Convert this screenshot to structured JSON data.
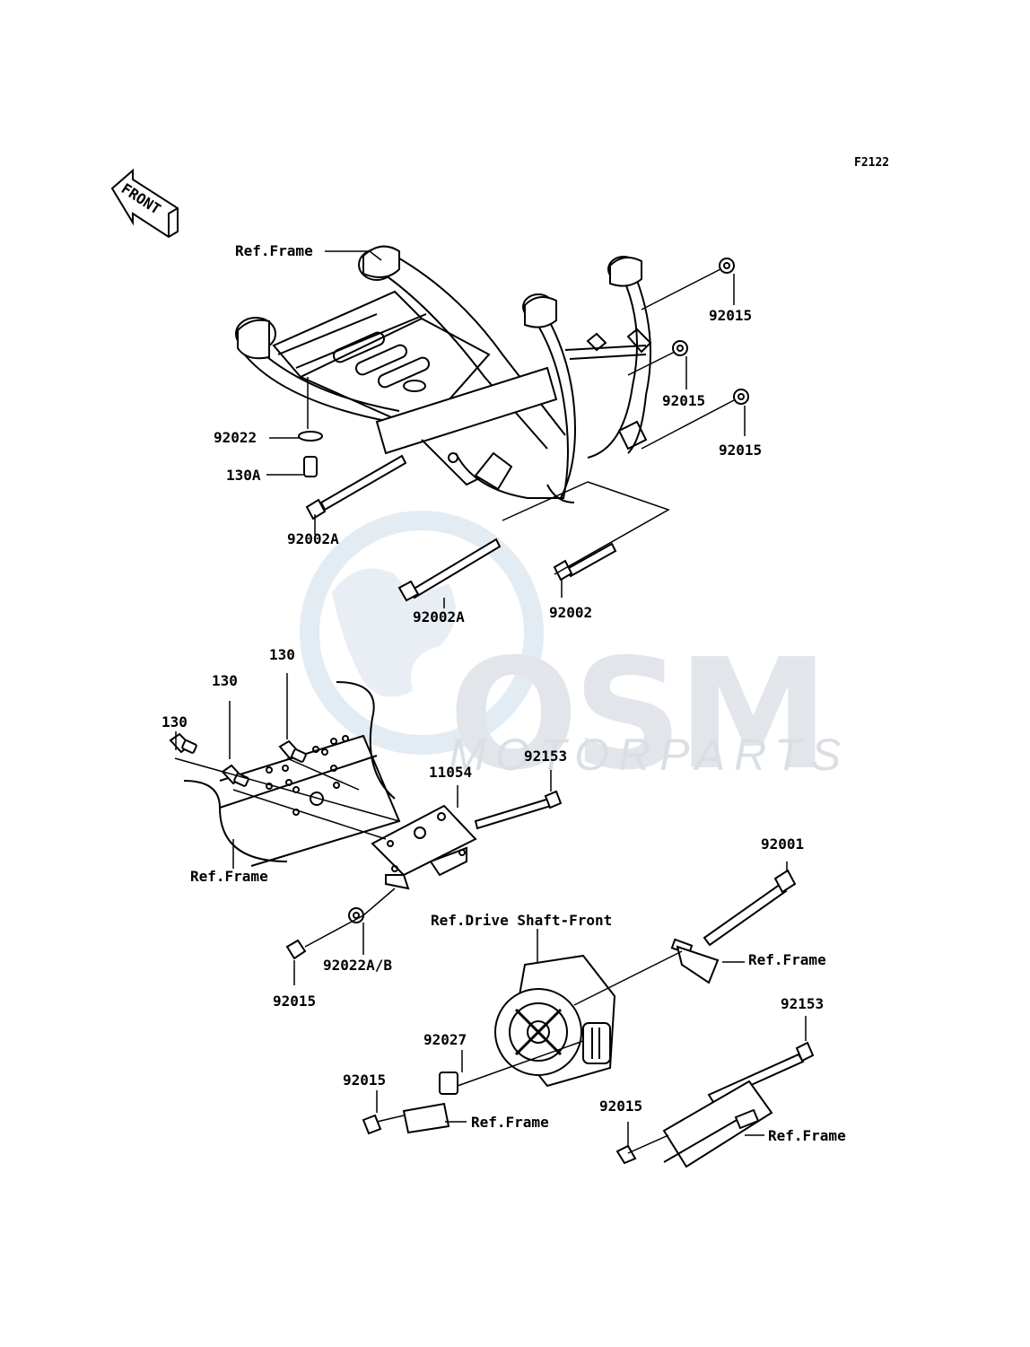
{
  "diagram_code": "F2122",
  "front_arrow_label": "FRONT",
  "watermark": {
    "brand": "OSM",
    "sub": "MOTORPARTS"
  },
  "callouts": {
    "ref_frame_top": "Ref.Frame",
    "p92015_a": "92015",
    "p92015_b": "92015",
    "p92015_c": "92015",
    "p92022": "92022",
    "p130A": "130A",
    "p92002A_a": "92002A",
    "p92002A_b": "92002A",
    "p92002": "92002",
    "p130_a": "130",
    "p130_b": "130",
    "p130_c": "130",
    "p11054": "11054",
    "p92153_a": "92153",
    "ref_frame_mid": "Ref.Frame",
    "p92001": "92001",
    "ref_drive_shaft": "Ref.Drive Shaft-Front",
    "ref_frame_right_mid": "Ref.Frame",
    "p92022AB": "92022A/B",
    "p92015_d": "92015",
    "p92153_b": "92153",
    "p92027": "92027",
    "p92015_e": "92015",
    "ref_frame_bottom": "Ref.Frame",
    "p92015_f": "92015",
    "ref_frame_bottom_right": "Ref.Frame"
  }
}
